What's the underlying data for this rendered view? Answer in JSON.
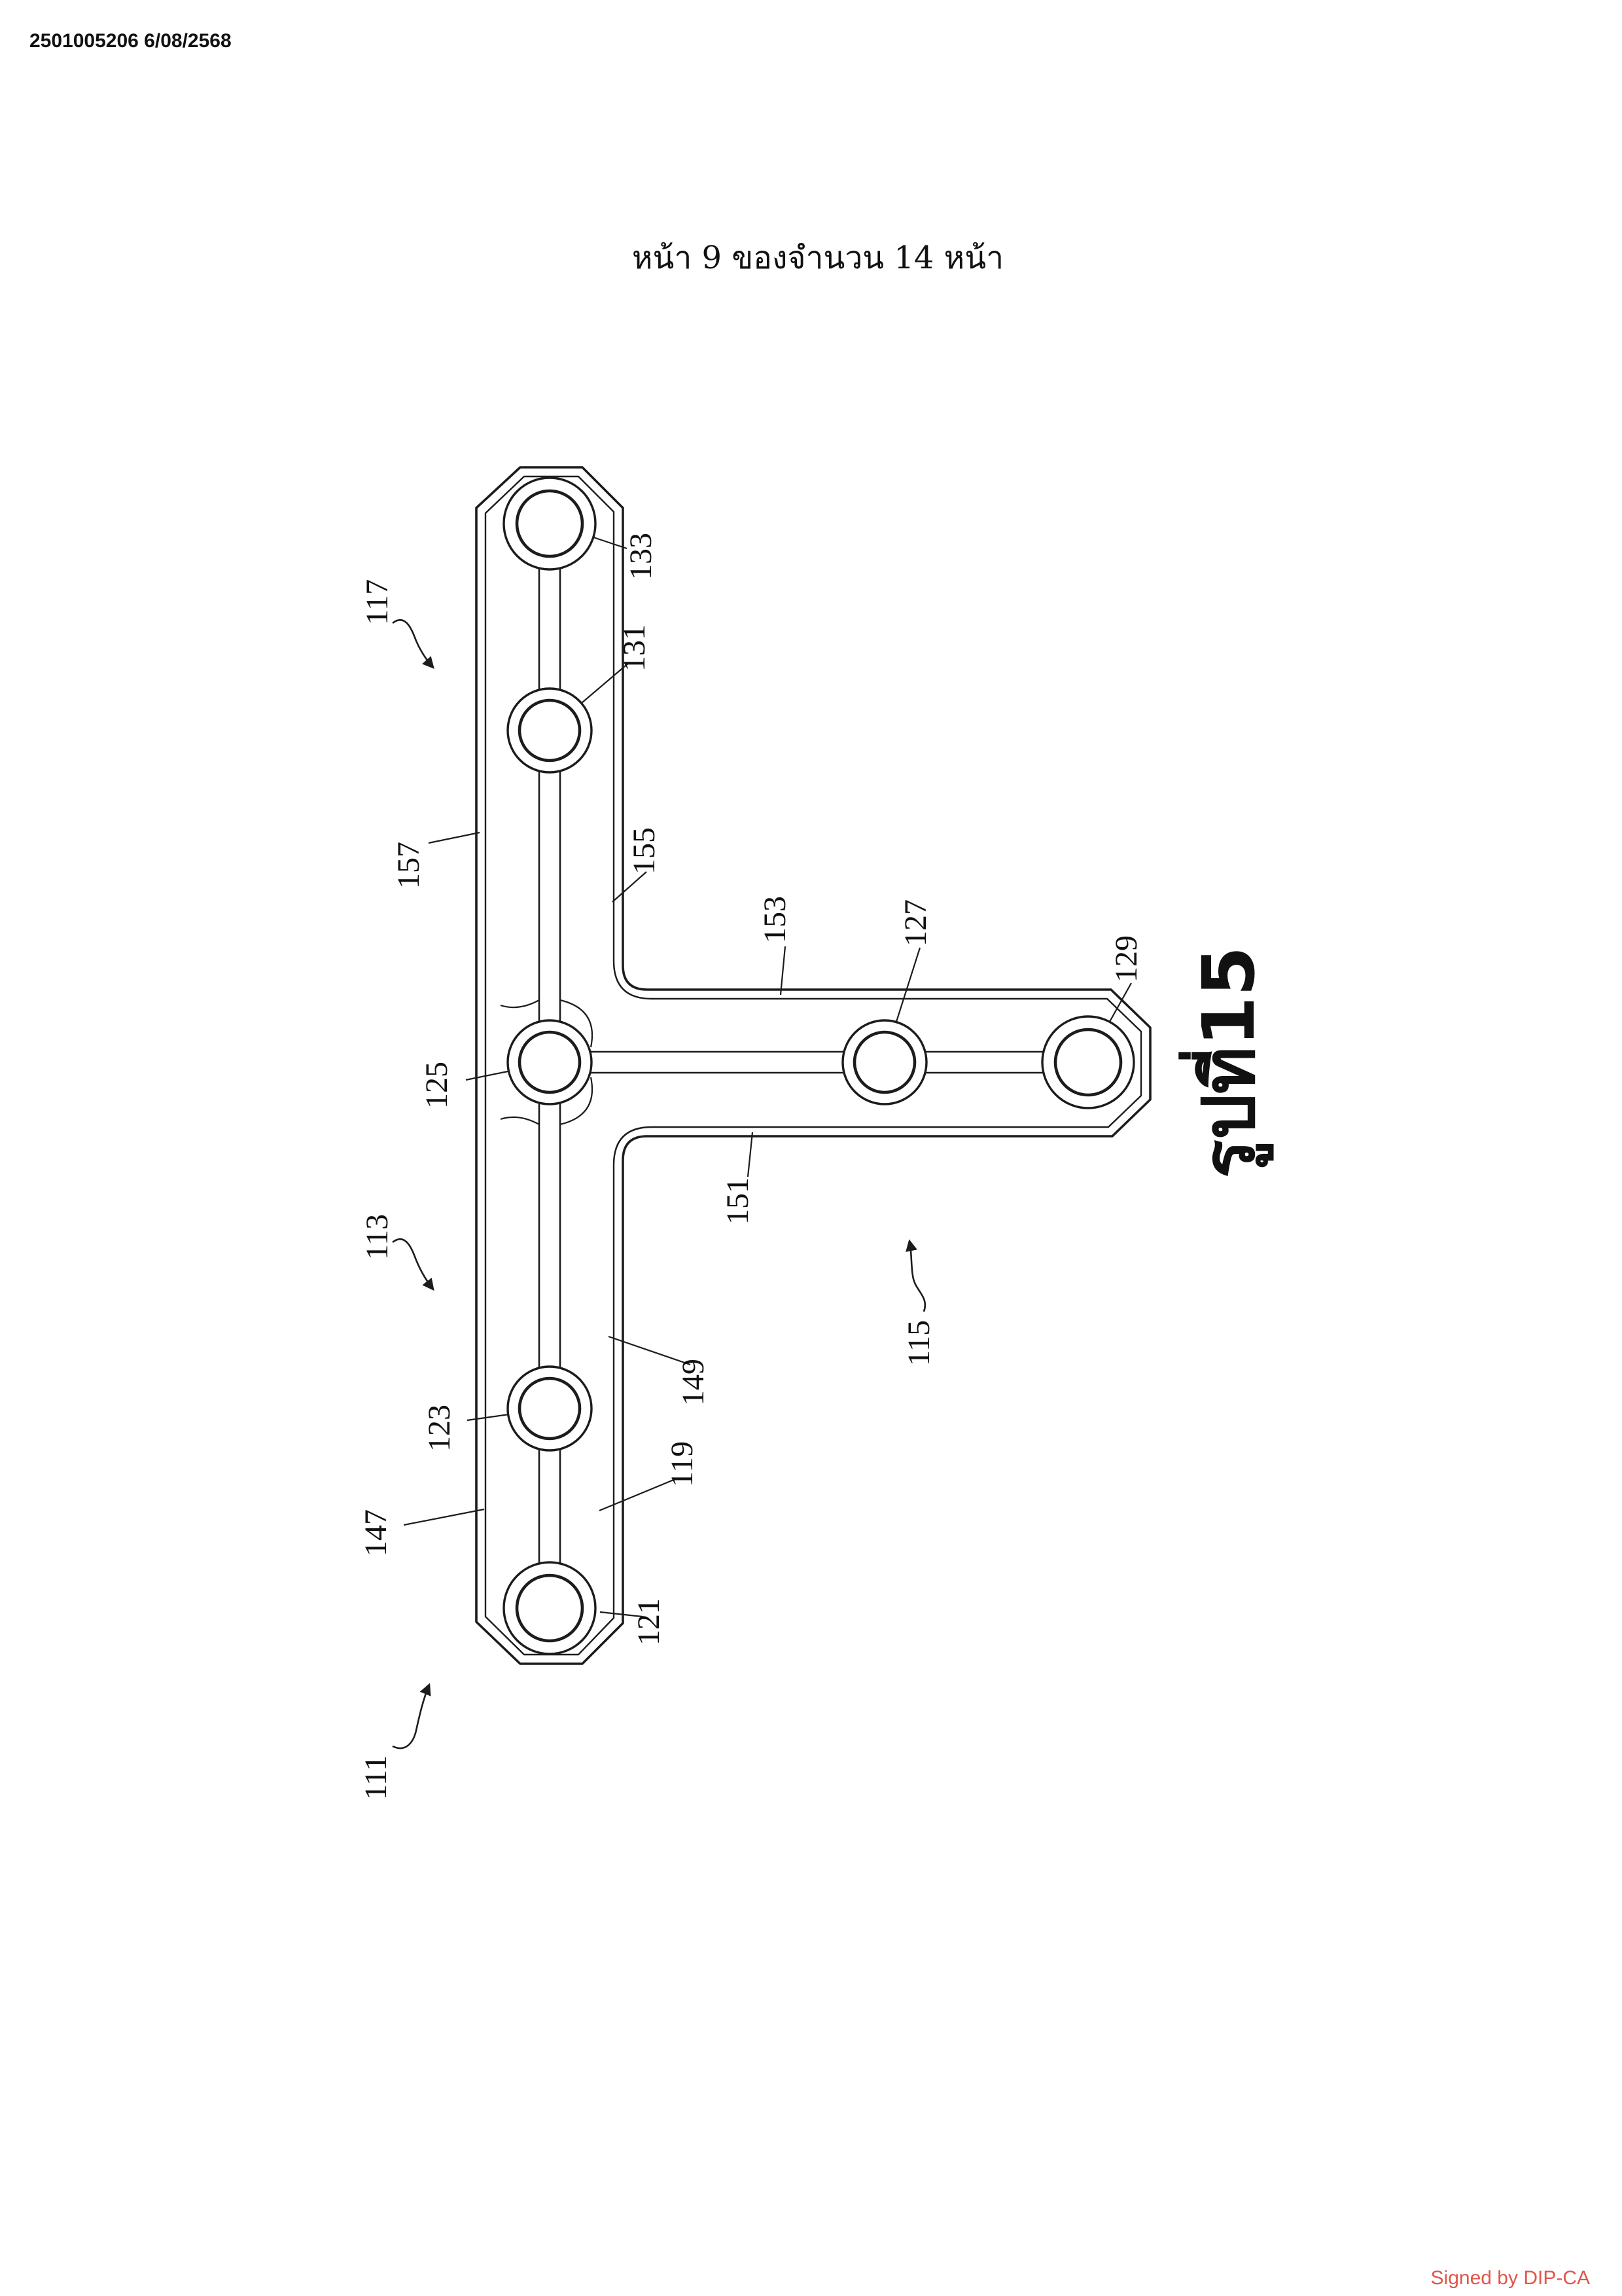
{
  "page": {
    "doc_number": "2501005206 6/08/2568",
    "header": "หน้า 9 ของจำนวน 14 หน้า",
    "figure_label": "รูปที่15",
    "signature": "Signed by DIP-CA",
    "signature_color": "#e0564a"
  },
  "figure": {
    "ref_labels": {
      "111": "111",
      "113": "113",
      "115": "115",
      "117": "117",
      "119": "119",
      "121": "121",
      "123": "123",
      "125": "125",
      "127": "127",
      "129": "129",
      "131": "131",
      "133": "133",
      "147": "147",
      "149": "149",
      "151": "151",
      "153": "153",
      "155": "155",
      "157": "157"
    }
  }
}
